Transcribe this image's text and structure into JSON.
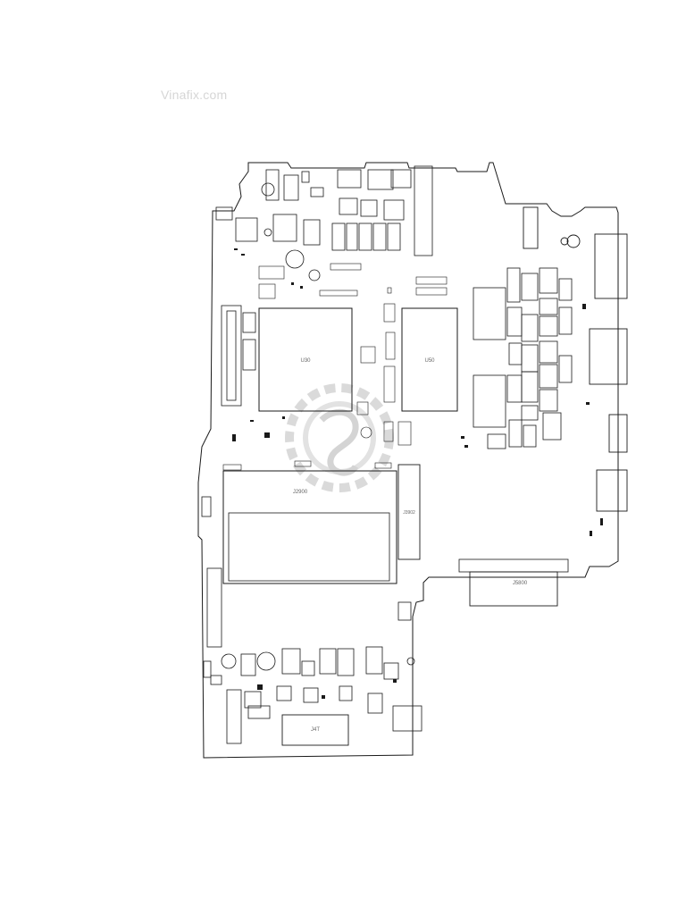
{
  "watermark": "Vinafix.com",
  "labels": {
    "soc_left": "U30",
    "soc_right": "U50",
    "connector": "J5800",
    "dimm_slot": "J2900",
    "bottom_conn": "J4T",
    "side_conn": "J3902"
  },
  "colors": {
    "line": "#1a1a1a",
    "faint": "#9a9a9a",
    "logo": "#d9d9d9"
  }
}
